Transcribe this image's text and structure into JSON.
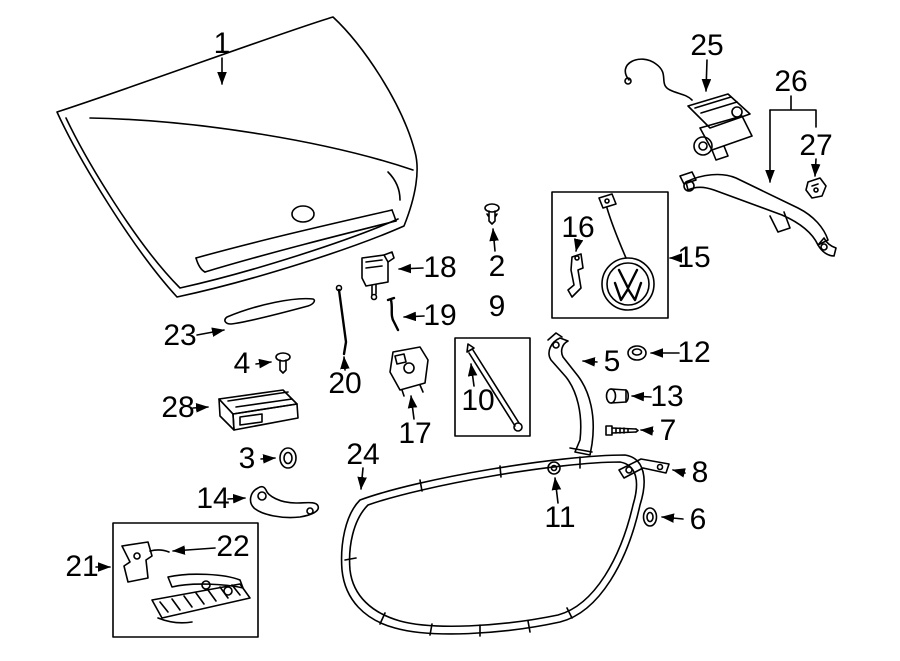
{
  "diagram": {
    "colors": {
      "background": "#ffffff",
      "line": "#000000"
    },
    "callouts": {
      "c1": "1",
      "c2": "2",
      "c3": "3",
      "c4": "4",
      "c5": "5",
      "c6": "6",
      "c7": "7",
      "c8": "8",
      "c9": "9",
      "c10": "10",
      "c11": "11",
      "c12": "12",
      "c13": "13",
      "c14": "14",
      "c15": "15",
      "c16": "16",
      "c17": "17",
      "c18": "18",
      "c19": "19",
      "c20": "20",
      "c21": "21",
      "c22": "22",
      "c23": "23",
      "c24": "24",
      "c25": "25",
      "c26": "26",
      "c27": "27",
      "c28": "28"
    }
  }
}
